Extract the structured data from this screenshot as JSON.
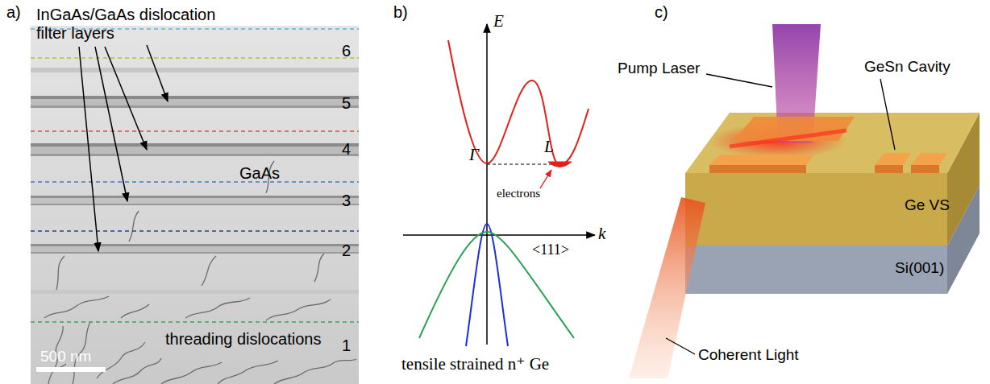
{
  "diagram": {
    "labels": [
      "a)",
      "InGaAs/GaAs dislocation filter layers",
      "6",
      "5",
      "4",
      "3",
      "2",
      "1",
      "GaAs",
      "threading dislocations",
      "500 nm",
      "b)",
      "E",
      "k",
      "Γ",
      "L",
      "electrons",
      "<111>",
      "tensile strained n⁺ Ge",
      "c)",
      "Pump Laser",
      "GeSn Cavity",
      "Ge VS",
      "Si(001)",
      "Coherent Light"
    ]
  }
}
